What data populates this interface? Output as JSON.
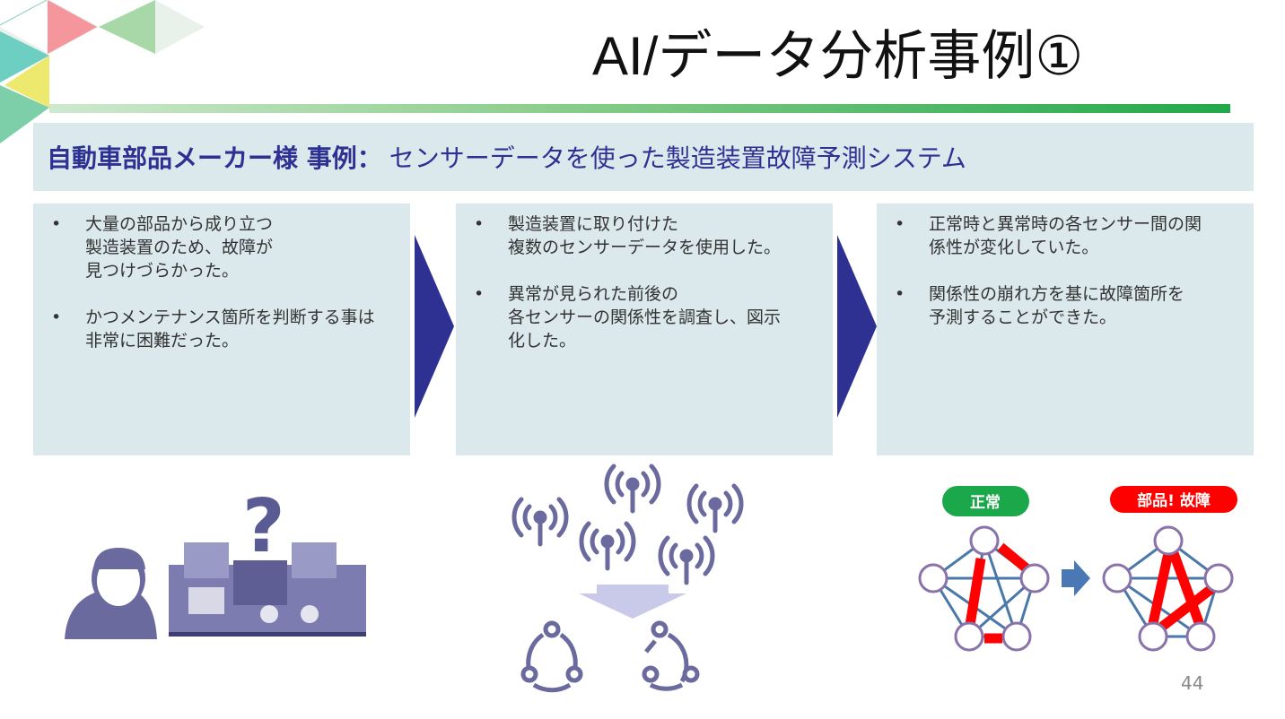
{
  "slide": {
    "title": "AI/データ分析事例①",
    "page_number": "44"
  },
  "header": {
    "bold": "自動車部品メーカー様 事例：",
    "text": "センサーデータを使った製造装置故障予測システム"
  },
  "boxes": [
    {
      "bullets": [
        "大量の部品から成り立つ\n製造装置のため、故障が\n見つけづらかった。",
        "かつメンテナンス箇所を判断する事は\n非常に困難だった。"
      ]
    },
    {
      "bullets": [
        "製造装置に取り付けた\n複数のセンサーデータを使用した。",
        "異常が見られた前後の\n各センサーの関係性を調査し、図示\n化した。"
      ]
    },
    {
      "bullets": [
        "正常時と異常時の各センサー間の関\n係性が変化していた。",
        "関係性の崩れ方を基に故障箇所を\n予測することができた。"
      ]
    }
  ],
  "illustrations": {
    "normal_label": "正常",
    "fault_label": "部品! 故障",
    "machine_icon_text": "?"
  },
  "colors": {
    "navy": "#2e3192",
    "panel": "#dbe9ec",
    "green": "#1aa84a",
    "red": "#ff0000",
    "icon": "#6a6a9e"
  }
}
